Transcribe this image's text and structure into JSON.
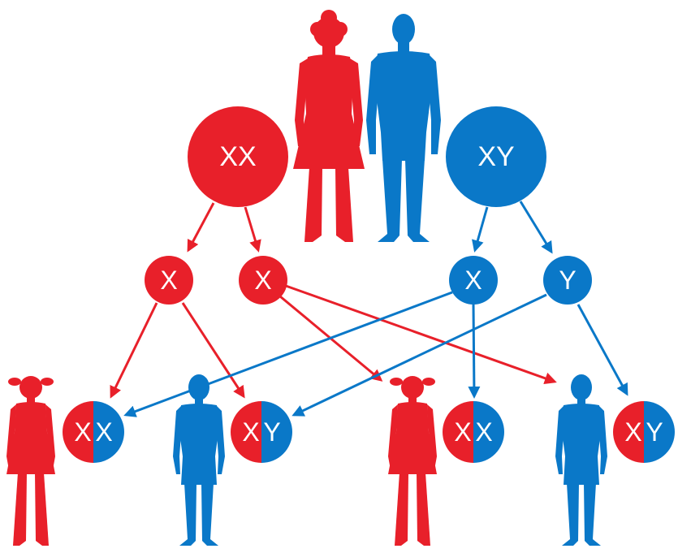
{
  "colors": {
    "female": "#e8202a",
    "male": "#0a78c8",
    "background": "#ffffff"
  },
  "parents": {
    "mother": {
      "chromosomes": "XX"
    },
    "father": {
      "chromosomes": "XY"
    }
  },
  "gametes": {
    "mother": [
      "X",
      "X"
    ],
    "father": [
      "X",
      "Y"
    ]
  },
  "children": [
    {
      "sex": "female",
      "chromosomes": [
        "X",
        "X"
      ]
    },
    {
      "sex": "male",
      "chromosomes": [
        "X",
        "Y"
      ]
    },
    {
      "sex": "female",
      "chromosomes": [
        "X",
        "X"
      ]
    },
    {
      "sex": "male",
      "chromosomes": [
        "X",
        "Y"
      ]
    }
  ]
}
